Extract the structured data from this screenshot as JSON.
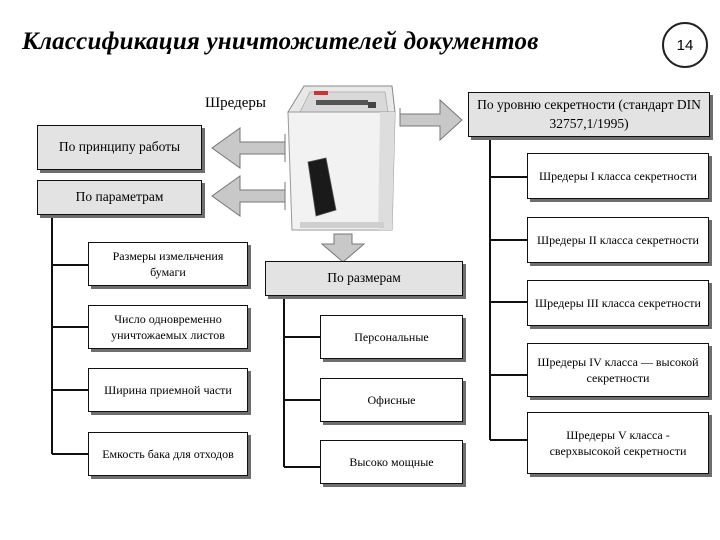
{
  "title": "Классификация уничтожителей документов",
  "page_number": "14",
  "root_label": "Шредеры",
  "principle_box": "По принципу работы",
  "params": {
    "header": "По параметрам",
    "items": [
      "Размеры измельчения бумаги",
      "Число одновременно уничтожаемых листов",
      "Ширина приемной части",
      "Емкость бака для отходов"
    ]
  },
  "size": {
    "header": "По размерам",
    "items": [
      "Персональные",
      "Офисные",
      "Высоко мощные"
    ]
  },
  "security": {
    "header": "По уровню секретности (стандарт DIN 32757,1/1995)",
    "items": [
      "Шредеры I класса секретности",
      "Шредеры II класса секретности",
      "Шредеры III класса секретности",
      "Шредеры IV класса — высокой секретности",
      "Шредеры V класса - сверхвысокой секретности"
    ]
  },
  "colors": {
    "box_fill_gray": "#e3e3e3",
    "arrow_fill": "#c8c8c8",
    "line": "#111111"
  }
}
